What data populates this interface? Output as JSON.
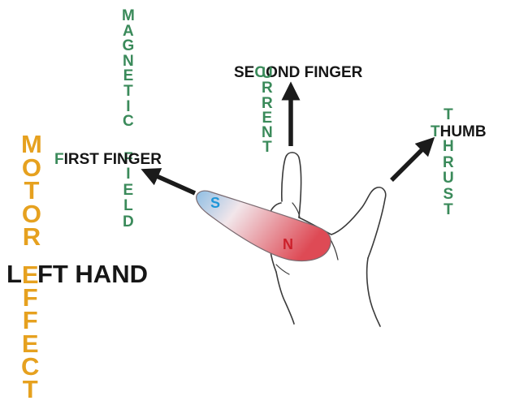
{
  "labels": {
    "magnetic_field": {
      "magnetic": "MAGNETIC",
      "field": "FIELD"
    },
    "first_finger": {
      "initial": "F",
      "rest": "IRST FINGER"
    },
    "field_rest": "IELD",
    "second_finger": {
      "before": "SE",
      "letter": "C",
      "after": "OND FINGER"
    },
    "current": "URRENT",
    "thumb": {
      "initial": "T",
      "rest": "HUMB"
    },
    "thrust": "HRUST",
    "motor": "MOTOR",
    "left_hand": {
      "initial": "L",
      "rest": "FT HAND"
    },
    "effect": "EFFECT",
    "pole_south": "S",
    "pole_north": "N"
  },
  "colors": {
    "text_dark": "#161616",
    "field_green": "#3a8a5a",
    "motor_gold": "#e6a11f",
    "pole_south": "#1e96d8",
    "pole_north": "#cc1f2a",
    "arrow": "#1b1b1b"
  },
  "icons": {
    "field_arrow": "arrow-icon",
    "current_arrow": "arrow-icon",
    "thrust_arrow": "arrow-icon"
  }
}
